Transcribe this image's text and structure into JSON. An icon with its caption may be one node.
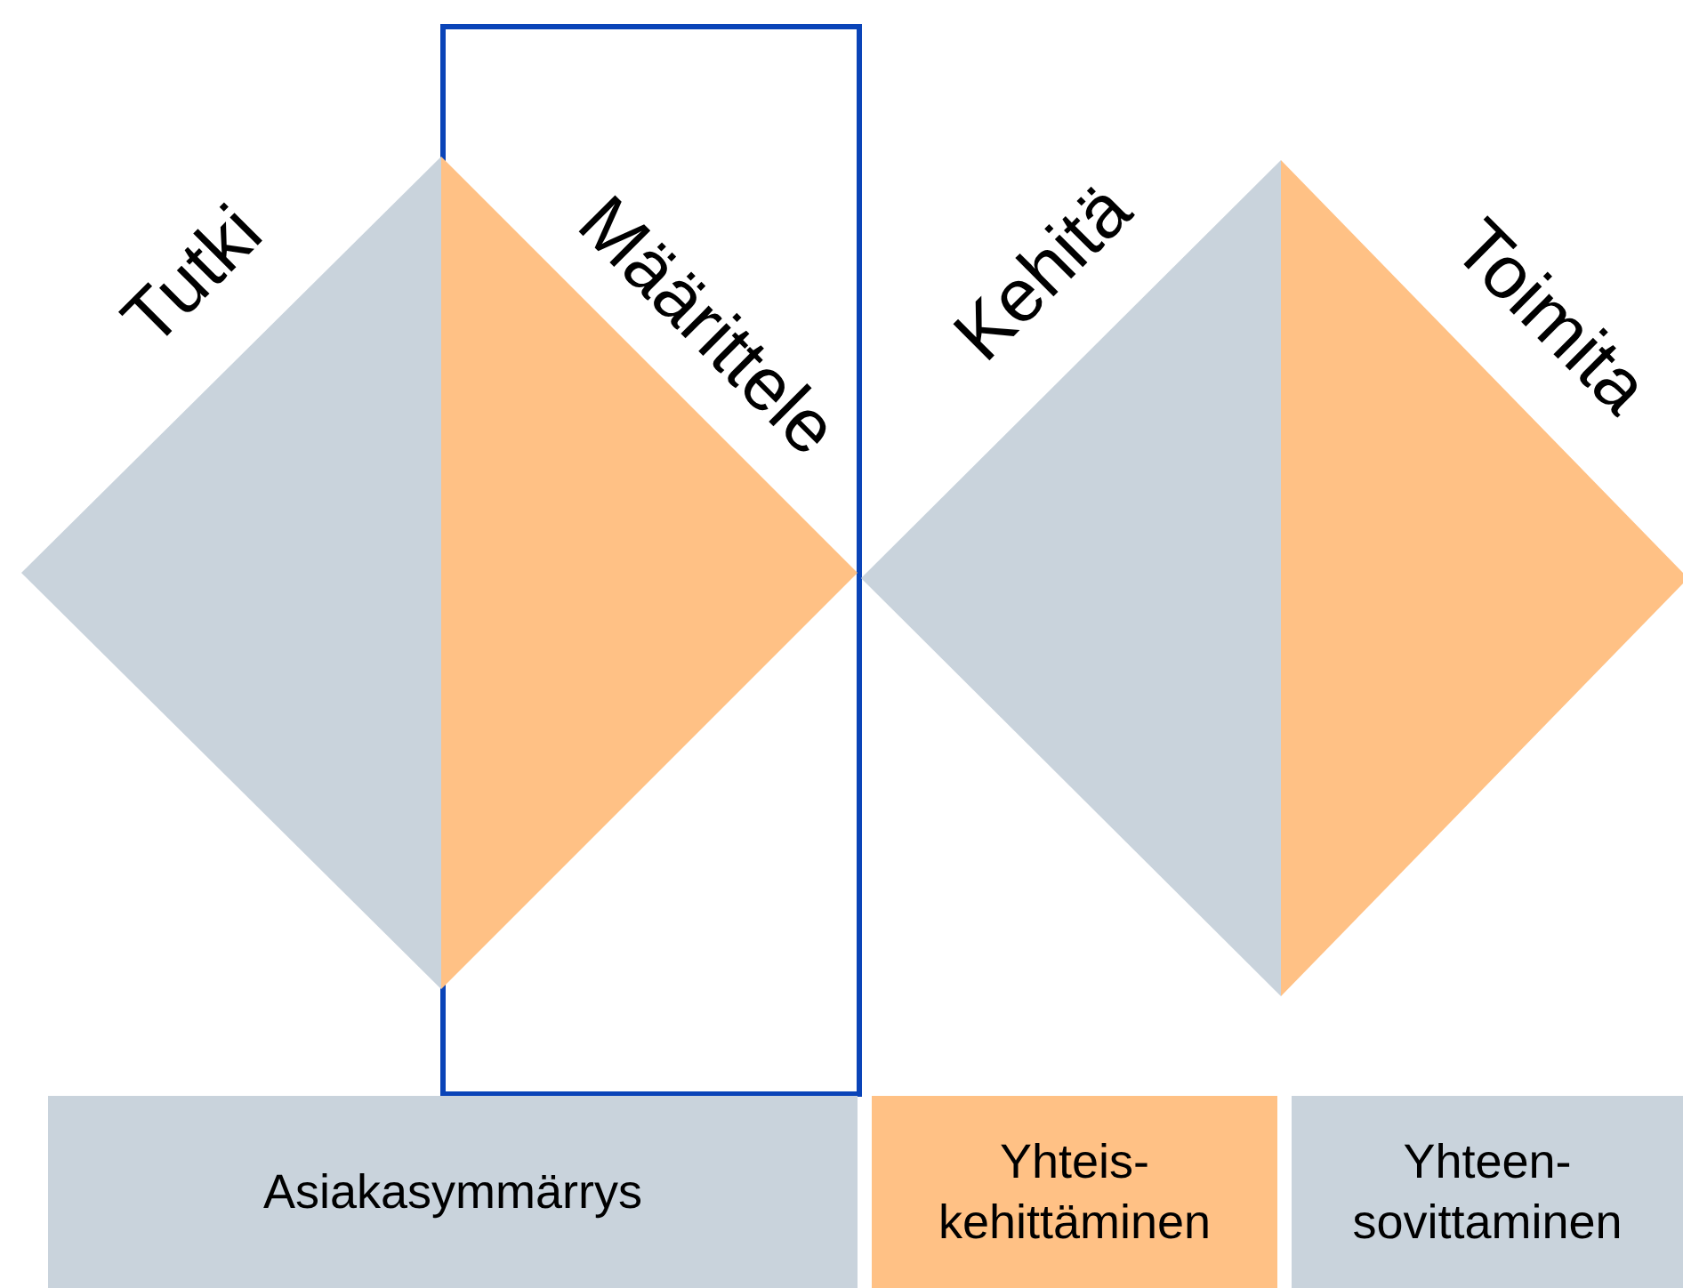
{
  "diagram": {
    "nodes": [
      {
        "text": [
          "Tutki"
        ]
      },
      {
        "text": [
          "Määrittele"
        ]
      },
      {
        "text": [
          "Kehitä"
        ]
      },
      {
        "text": [
          "Toimita"
        ]
      },
      {
        "text": [
          "Asiakasymmärrys"
        ]
      },
      {
        "text": [
          "Yhteis- kehittäminen"
        ]
      },
      {
        "text": [
          "Yhteen- sovittaminen"
        ]
      }
    ]
  }
}
